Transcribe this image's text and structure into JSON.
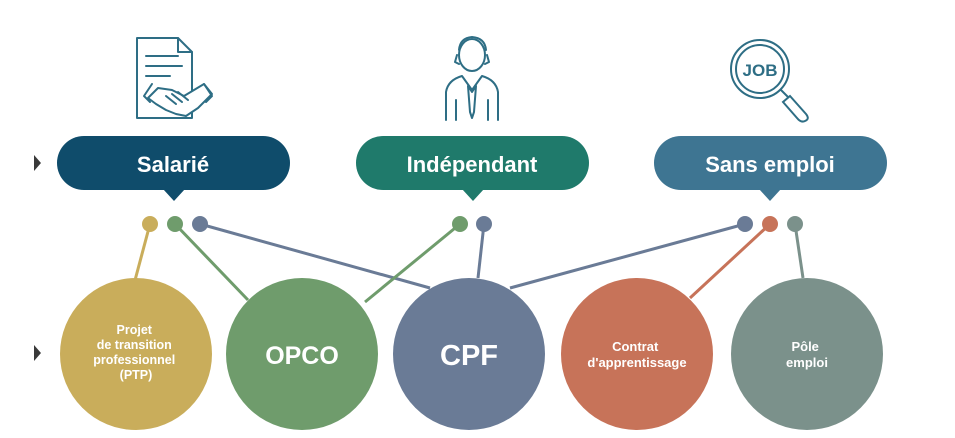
{
  "categories": [
    {
      "label": "Salarié",
      "color": "#0f4c6b",
      "icon": "contract-handshake-icon"
    },
    {
      "label": "Indépendant",
      "color": "#1f7a6b",
      "icon": "businessman-icon"
    },
    {
      "label": "Sans emploi",
      "color": "#3e7592",
      "icon": "job-search-icon"
    }
  ],
  "job_icon_text": "JOB",
  "schemes": [
    {
      "lines": [
        "Projet",
        "de transition",
        "professionnel",
        "(PTP)"
      ],
      "color": "#c9ad5b"
    },
    {
      "lines": [
        "OPCO"
      ],
      "color": "#6f9c6c"
    },
    {
      "lines": [
        "CPF"
      ],
      "color": "#6a7b96"
    },
    {
      "lines": [
        "Contrat",
        "d'apprentissage"
      ],
      "color": "#c77359"
    },
    {
      "lines": [
        "Pôle",
        "emploi"
      ],
      "color": "#7b918b"
    }
  ]
}
